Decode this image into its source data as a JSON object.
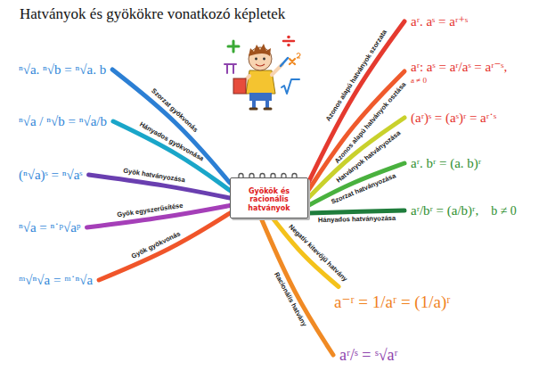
{
  "diagram": {
    "title": "Hatványok és gyökökre vonatkozó képletek",
    "nodes": [
      {
        "text": [
          "Gyökök és racionális hatványok"
        ]
      },
      {
        "text": [
          "aʳ. aˢ = aʳ⁺ˢ"
        ]
      },
      {
        "text": [
          "aʳ: aˢ = aʳ/aˢ = aʳ⁻ˢ,",
          "a ≠ 0"
        ]
      },
      {
        "text": [
          "(aʳ)ˢ = (aˢ)ʳ = aʳ˙ˢ"
        ]
      },
      {
        "text": [
          "aʳ. bʳ = (a. b)ʳ"
        ]
      },
      {
        "text": [
          "aʳ/bʳ = (a/b)ʳ,",
          "b ≠ 0"
        ]
      },
      {
        "text": [
          "a⁻ʳ = 1/aʳ = (1/a)ʳ"
        ]
      },
      {
        "text": [
          "aʳ/ˢ = ˢ√aʳ"
        ]
      },
      {
        "text": [
          "ⁿ√a. ⁿ√b = ⁿ√a. b"
        ]
      },
      {
        "text": [
          "ⁿ√a / ⁿ√b = ⁿ√a/b"
        ]
      },
      {
        "text": [
          "(ⁿ√a)ˢ = ⁿ√aˢ"
        ]
      },
      {
        "text": [
          "ⁿ√a = ⁿ˙ᵖ√aᵖ"
        ]
      },
      {
        "text": [
          "ᵐ√ⁿ√a = ᵐ˙ⁿ√a"
        ]
      }
    ],
    "edges": [
      {
        "from": 0,
        "to": 1,
        "arrow": "none",
        "label": "Azonos alapú hatványok szorzata"
      },
      {
        "from": 0,
        "to": 2,
        "arrow": "none",
        "label": "Azonos alapú hatványok osztása"
      },
      {
        "from": 0,
        "to": 3,
        "arrow": "none",
        "label": "Hatványok hatványozása"
      },
      {
        "from": 0,
        "to": 4,
        "arrow": "none",
        "label": "Szorzat hatványozása"
      },
      {
        "from": 0,
        "to": 5,
        "arrow": "none",
        "label": "Hányados hatványozása"
      },
      {
        "from": 0,
        "to": 6,
        "arrow": "none",
        "label": "Negatív kitevőjű hatvány"
      },
      {
        "from": 0,
        "to": 7,
        "arrow": "none",
        "label": "Racionális hatvány"
      },
      {
        "from": 0,
        "to": 8,
        "arrow": "none",
        "label": "Szorzat gyökvonás"
      },
      {
        "from": 0,
        "to": 9,
        "arrow": "none",
        "label": "Hányados gyökvonása"
      },
      {
        "from": 0,
        "to": 10,
        "arrow": "none",
        "label": "Gyök hatványozása"
      },
      {
        "from": 0,
        "to": 11,
        "arrow": "none",
        "label": "Gyök egyszerűsítése"
      },
      {
        "from": 0,
        "to": 12,
        "arrow": "none",
        "label": "Gyök gyökvonás"
      }
    ]
  }
}
